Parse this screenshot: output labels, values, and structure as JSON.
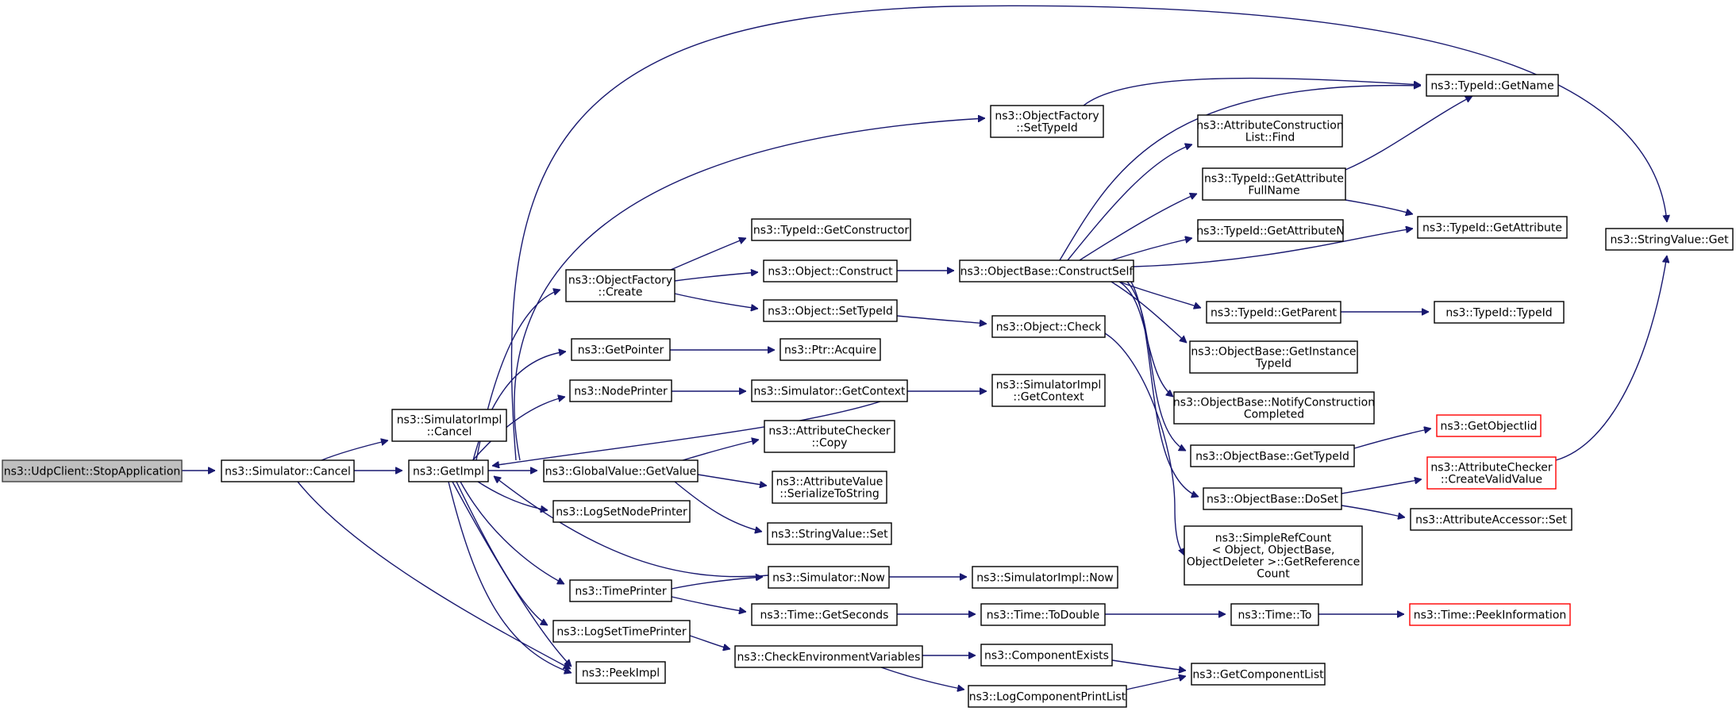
{
  "diagram": {
    "type": "call-graph",
    "edge_color": "#191970",
    "root_fill": "#bfbfbf",
    "missing_doc_border": "#ff0000",
    "nodes": {
      "stop_application": [
        "ns3::UdpClient::StopApplication"
      ],
      "simulator_cancel": [
        "ns3::Simulator::Cancel"
      ],
      "simulatorimpl_cancel": [
        "ns3::SimulatorImpl",
        "::Cancel"
      ],
      "getimpl": [
        "ns3::GetImpl"
      ],
      "peekimpl": [
        "ns3::PeekImpl"
      ],
      "objectfactory_create": [
        "ns3::ObjectFactory",
        "::Create"
      ],
      "getpointer": [
        "ns3::GetPointer"
      ],
      "nodeprinter": [
        "ns3::NodePrinter"
      ],
      "globalvalue_getvalue": [
        "ns3::GlobalValue::GetValue"
      ],
      "logsetnodeprinter": [
        "ns3::LogSetNodePrinter"
      ],
      "timeprinter": [
        "ns3::TimePrinter"
      ],
      "logsettimeprinter": [
        "ns3::LogSetTimePrinter"
      ],
      "typeid_getconstructor": [
        "ns3::TypeId::GetConstructor"
      ],
      "object_construct": [
        "ns3::Object::Construct"
      ],
      "object_settypeid": [
        "ns3::Object::SetTypeId"
      ],
      "ptr_acquire": [
        "ns3::Ptr::Acquire"
      ],
      "simulator_getcontext": [
        "ns3::Simulator::GetContext"
      ],
      "attributechecker_copy": [
        "ns3::AttributeChecker",
        "::Copy"
      ],
      "attributevalue_serialize": [
        "ns3::AttributeValue",
        "::SerializeToString"
      ],
      "stringvalue_set": [
        "ns3::StringValue::Set"
      ],
      "simulator_now": [
        "ns3::Simulator::Now"
      ],
      "time_getseconds": [
        "ns3::Time::GetSeconds"
      ],
      "checkenv": [
        "ns3::CheckEnvironmentVariables"
      ],
      "objectfactory_settypeid": [
        "ns3::ObjectFactory",
        "::SetTypeId"
      ],
      "objectbase_constructself": [
        "ns3::ObjectBase::ConstructSelf"
      ],
      "object_check": [
        "ns3::Object::Check"
      ],
      "simulatorimpl_getcontext": [
        "ns3::SimulatorImpl",
        "::GetContext"
      ],
      "simulatorimpl_now": [
        "ns3::SimulatorImpl::Now"
      ],
      "time_todouble": [
        "ns3::Time::ToDouble"
      ],
      "componentexists": [
        "ns3::ComponentExists"
      ],
      "logcomponentprintlist": [
        "ns3::LogComponentPrintList"
      ],
      "attrconstlist_find": [
        "ns3::AttributeConstruction",
        "List::Find"
      ],
      "typeid_getattributefullname": [
        "ns3::TypeId::GetAttribute",
        "FullName"
      ],
      "typeid_getattributen": [
        "ns3::TypeId::GetAttributeN"
      ],
      "typeid_getparent": [
        "ns3::TypeId::GetParent"
      ],
      "objectbase_getinstancetypeid": [
        "ns3::ObjectBase::GetInstance",
        "TypeId"
      ],
      "objectbase_notifyconstruction": [
        "ns3::ObjectBase::NotifyConstruction",
        "Completed"
      ],
      "objectbase_gettypeid": [
        "ns3::ObjectBase::GetTypeId"
      ],
      "objectbase_doset": [
        "ns3::ObjectBase::DoSet"
      ],
      "simplerefcount": [
        "ns3::SimpleRefCount",
        "< Object, ObjectBase,",
        "ObjectDeleter >::GetReference",
        "Count"
      ],
      "time_to": [
        "ns3::Time::To"
      ],
      "getcomponentlist": [
        "ns3::GetComponentList"
      ],
      "typeid_getname": [
        "ns3::TypeId::GetName"
      ],
      "typeid_getattribute": [
        "ns3::TypeId::GetAttribute"
      ],
      "typeid_typeid": [
        "ns3::TypeId::TypeId"
      ],
      "getobjectiid": [
        "ns3::GetObjectIid"
      ],
      "attributechecker_createvalidvalue": [
        "ns3::AttributeChecker",
        "::CreateValidValue"
      ],
      "attributeaccessor_set": [
        "ns3::AttributeAccessor::Set"
      ],
      "time_peekinformation": [
        "ns3::Time::PeekInformation"
      ],
      "stringvalue_get": [
        "ns3::StringValue::Get"
      ]
    }
  }
}
